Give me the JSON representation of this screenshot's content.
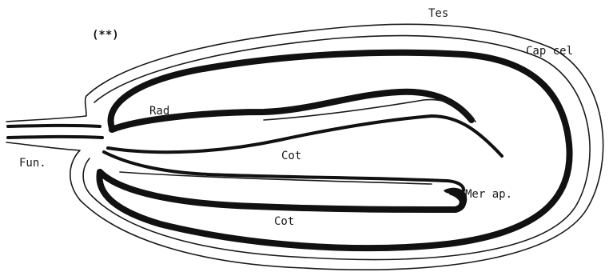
{
  "figure": {
    "marker": "(**)",
    "labels": {
      "testa": "Tes",
      "cell_layer": "Cap cel",
      "radicle": "Rad",
      "cotyledon_upper": "Cot",
      "cotyledon_lower": "Cot",
      "funiculus": "Fun.",
      "apical_meristem": "Mer ap."
    },
    "colors": {
      "ink": "#111111",
      "background": "#ffffff"
    }
  }
}
